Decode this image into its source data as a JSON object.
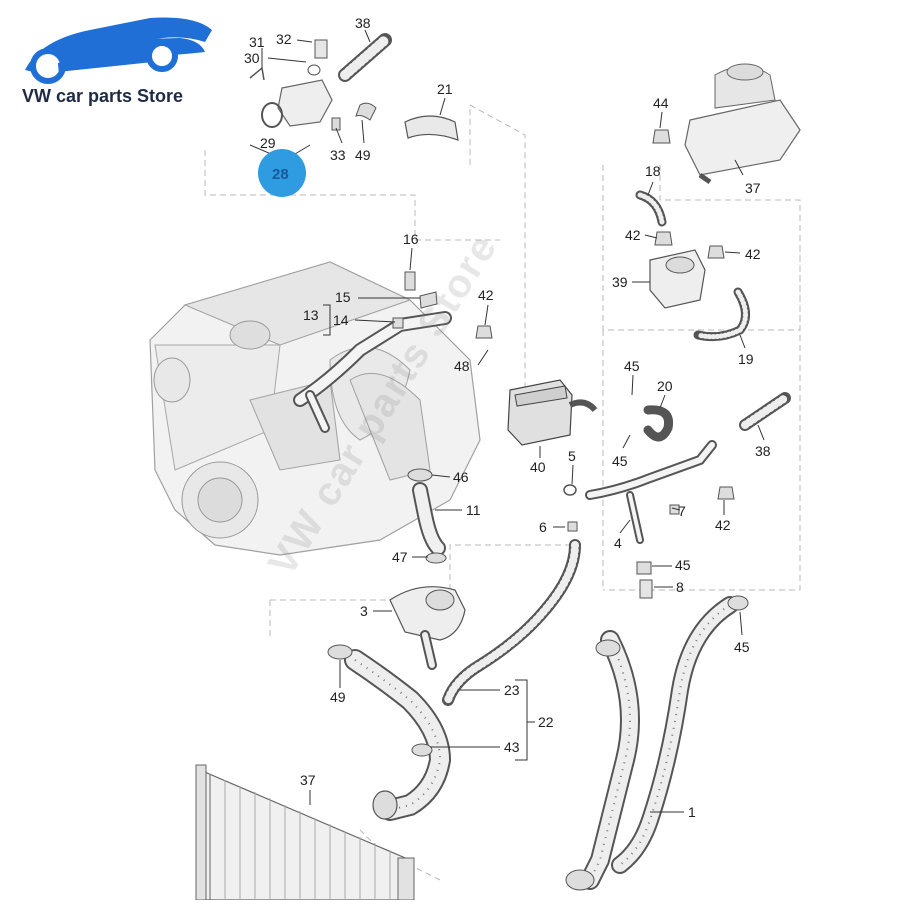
{
  "brand": {
    "store_name": "VW car parts Store",
    "watermark_text": "VW car parts Store",
    "logo_color": "#1f6fd6"
  },
  "callouts": {
    "c1": "1",
    "c3": "3",
    "c4": "4",
    "c5": "5",
    "c6": "6",
    "c7": "7",
    "c8": "8",
    "c11": "11",
    "c13": "13",
    "c14": "14",
    "c15": "15",
    "c16": "16",
    "c18": "18",
    "c19": "19",
    "c20": "20",
    "c21": "21",
    "c22": "22",
    "c23": "23",
    "c28": "28",
    "c29": "29",
    "c30": "30",
    "c31": "31",
    "c32": "32",
    "c33": "33",
    "c37_tank": "37",
    "c37_radiator": "37",
    "c38_top": "38",
    "c38_right": "38",
    "c39": "39",
    "c40": "40",
    "c42_a": "42",
    "c42_b": "42",
    "c42_c": "42",
    "c42_d": "42",
    "c43": "43",
    "c44": "44",
    "c45_a": "45",
    "c45_b": "45",
    "c45_c": "45",
    "c45_d": "45",
    "c46": "46",
    "c47": "47",
    "c48": "48",
    "c49_top": "49",
    "c49_bottom": "49"
  },
  "highlight_color": "#2f9be0"
}
